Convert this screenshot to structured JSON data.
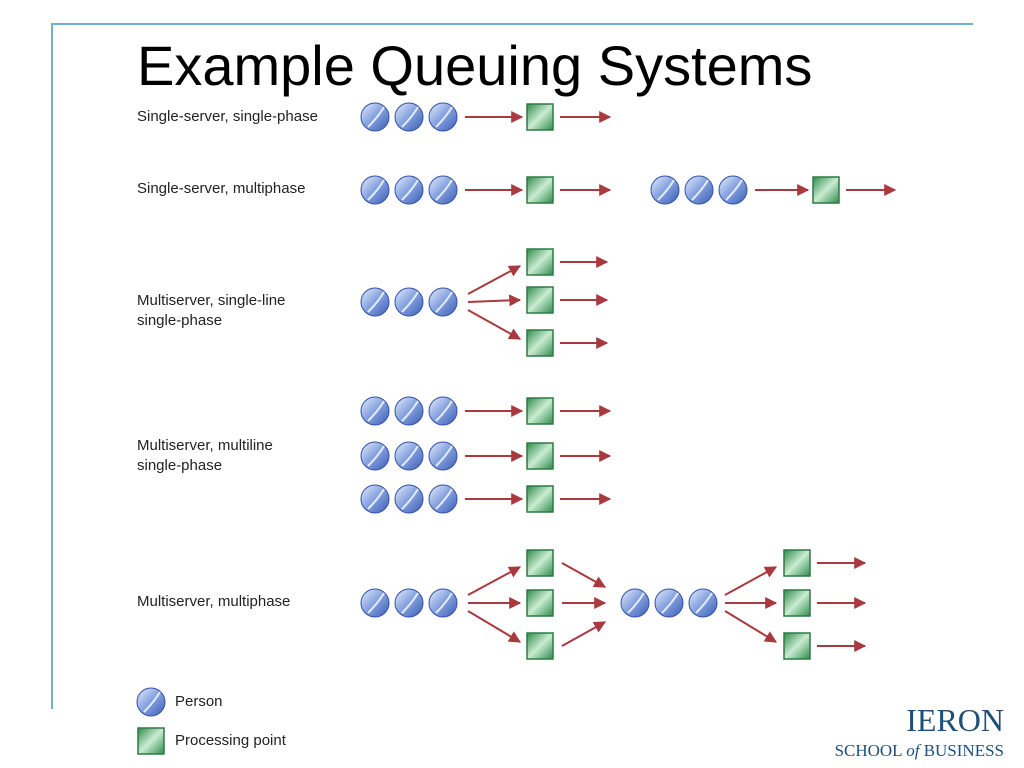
{
  "title": "Example Queuing Systems",
  "rows": [
    {
      "label": "Single-server, single-phase"
    },
    {
      "label": "Single-server, multiphase"
    },
    {
      "label": "Multiserver, single-line\nsingle-phase"
    },
    {
      "label": "Multiserver, multiline\nsingle-phase"
    },
    {
      "label": "Multiserver, multiphase"
    }
  ],
  "legend": {
    "person": "Person",
    "processing_point": "Processing point"
  },
  "logo": {
    "line1": "IERON",
    "line2_prefix": "SCHOOL ",
    "line2_of": "of",
    "line2_suffix": " BUSINESS"
  },
  "colors": {
    "frame": "#6fb3c9",
    "person": "#8aa6e0",
    "processing_point": "#7fc18f",
    "arrow": "#a8393f",
    "logo": "#1f4e79"
  }
}
